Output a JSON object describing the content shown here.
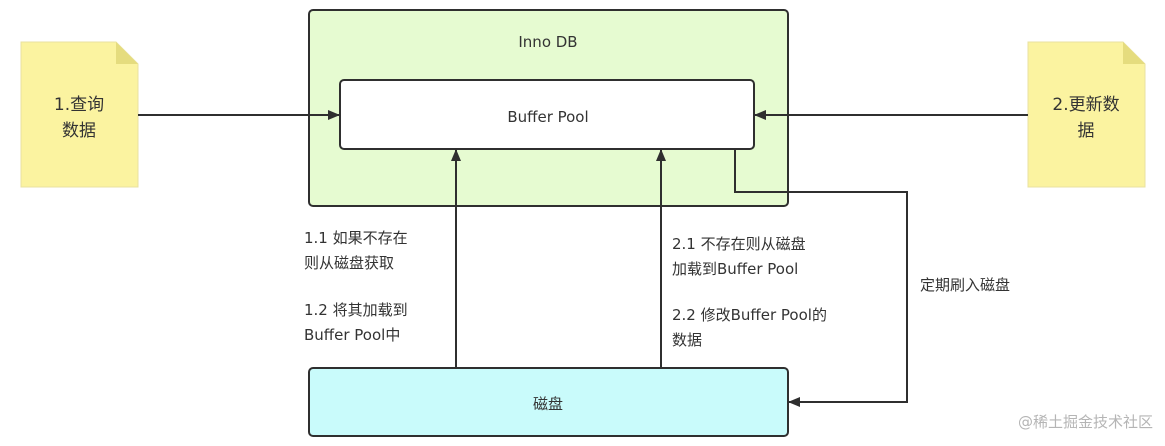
{
  "innodb": {
    "title": "Inno DB"
  },
  "buffer_pool": {
    "label": "Buffer Pool"
  },
  "disk": {
    "label": "磁盘"
  },
  "query_note": {
    "line1": "1.查询",
    "line2": "数据"
  },
  "update_note": {
    "line1": "2.更新数",
    "line2": "据"
  },
  "query_steps": {
    "step1_line1": "1.1 如果不存在",
    "step1_line2": "则从磁盘获取",
    "step2_line1": "1.2 将其加载到",
    "step2_line2": "Buffer Pool中"
  },
  "update_steps": {
    "step1_line1": "2.1 不存在则从磁盘",
    "step1_line2": "加载到Buffer Pool",
    "step2_line1": "2.2 修改Buffer Pool的",
    "step2_line2": "数据"
  },
  "flush_label": "定期刷入磁盘",
  "watermark": "@稀土掘金技术社区",
  "colors": {
    "innodb_fill": "#e6fbd1",
    "disk_fill": "#c9fbfb",
    "note_fill": "#fbf3a0",
    "stroke": "#2f2f2f"
  }
}
